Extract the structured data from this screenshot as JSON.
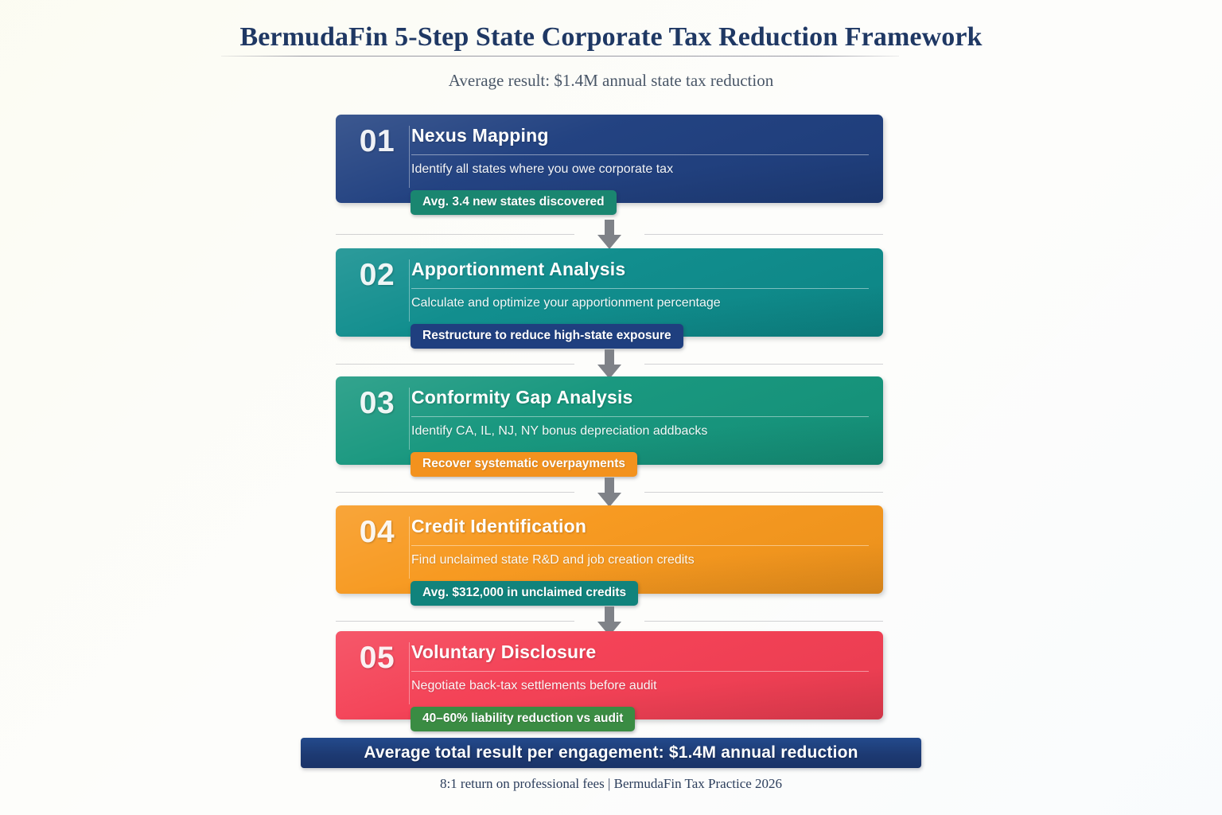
{
  "header": {
    "title": "BermudaFin 5-Step State Corporate Tax Reduction Framework",
    "subtitle": "Average result: $1.4M annual state tax reduction"
  },
  "steps": [
    {
      "number": "01",
      "title": "Nexus Mapping",
      "description": "Identify all states where you owe corporate tax",
      "badge": "Avg. 3.4 new states discovered",
      "card_color": "#1f3f7f",
      "badge_color": "#1a8670"
    },
    {
      "number": "02",
      "title": "Apportionment Analysis",
      "description": "Calculate and optimize your apportionment percentage",
      "badge": "Restructure to reduce high-state exposure",
      "card_color": "#0d8c8c",
      "badge_color": "#1f3f7f"
    },
    {
      "number": "03",
      "title": "Conformity Gap Analysis",
      "description": "Identify CA, IL, NJ, NY bonus depreciation addbacks",
      "badge": "Recover systematic overpayments",
      "card_color": "#15967d",
      "badge_color": "#f3921e"
    },
    {
      "number": "04",
      "title": "Credit Identification",
      "description": "Find unclaimed state R&D and job creation credits",
      "badge": "Avg. $312,000 in unclaimed credits",
      "card_color": "#f7981d",
      "badge_color": "#11837c"
    },
    {
      "number": "05",
      "title": "Voluntary Disclosure",
      "description": "Negotiate back-tax settlements before audit",
      "badge": "40–60% liability reduction vs audit",
      "card_color": "#f43f54",
      "badge_color": "#3a8c43"
    }
  ],
  "connector": {
    "icon": "arrow-down-icon",
    "color": "#7f8288"
  },
  "footer": {
    "result_banner": "Average total result per engagement: $1.4M annual reduction",
    "footnote": "8:1 return on professional fees | BermudaFin Tax Practice 2026",
    "banner_color": "#1e3f7d"
  }
}
